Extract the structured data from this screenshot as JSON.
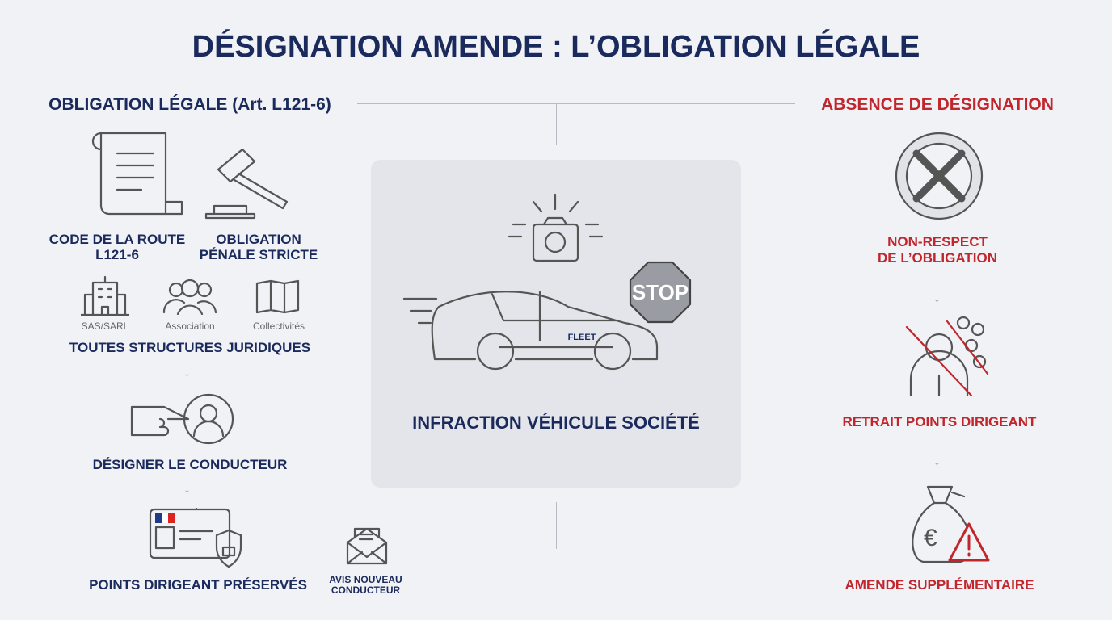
{
  "title": "DÉSIGNATION AMENDE : L’OBLIGATION LÉGALE",
  "left": {
    "heading": "OBLIGATION LÉGALE (Art. L121-6)",
    "code": "CODE DE LA ROUTE L121-6",
    "penal": "OBLIGATION PÉNALE STRICTE",
    "structures": [
      "SAS/SARL",
      "Association",
      "Collectivités"
    ],
    "structures_label": "TOUTES STRUCTURES JURIDIQUES",
    "designate": "DÉSIGNER LE CONDUCTEUR",
    "preserved": "POINTS DIRIGEANT PRÉSERVÉS",
    "notice": "AVIS NOUVEAU CONDUCTEUR"
  },
  "center": {
    "label": "INFRACTION VÉHICULE SOCIÉTÉ",
    "car_text": "FLEET",
    "stop": "STOP"
  },
  "right": {
    "heading": "ABSENCE DE DÉSIGNATION",
    "non_respect": "NON-RESPECT DE L’OBLIGATION",
    "points": "RETRAIT POINTS DIRIGEANT",
    "fine": "AMENDE SUPPLÉMENTAIRE",
    "currency": "€"
  },
  "colors": {
    "navy": "#1b2a5c",
    "red": "#c0262c"
  }
}
